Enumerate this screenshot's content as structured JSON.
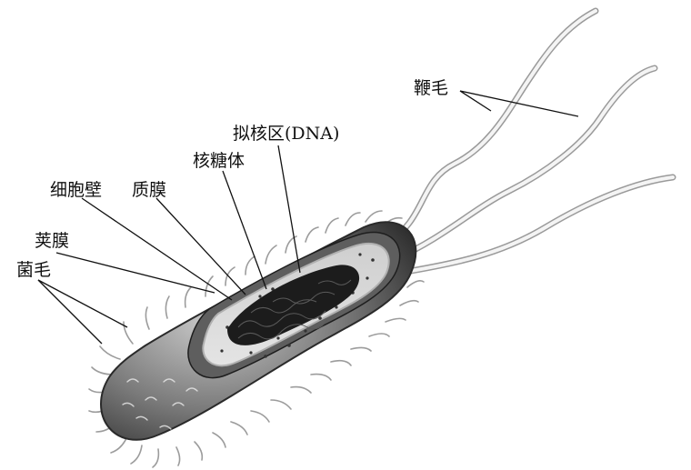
{
  "labels": {
    "flagella": "鞭毛",
    "nucleoid": "拟核区(DNA)",
    "ribosome": "核糖体",
    "cell_wall": "细胞壁",
    "plasma_membrane": "质膜",
    "capsule": "荚膜",
    "pili": "菌毛"
  },
  "colors": {
    "ink": "#111111",
    "capsule_outer": "#3a3a3a",
    "cell_wall": "#8a8a8a",
    "cytoplasm": "#d6d6d6",
    "nucleoid": "#1c1c1c",
    "flagellum": "#f2f2f2"
  }
}
